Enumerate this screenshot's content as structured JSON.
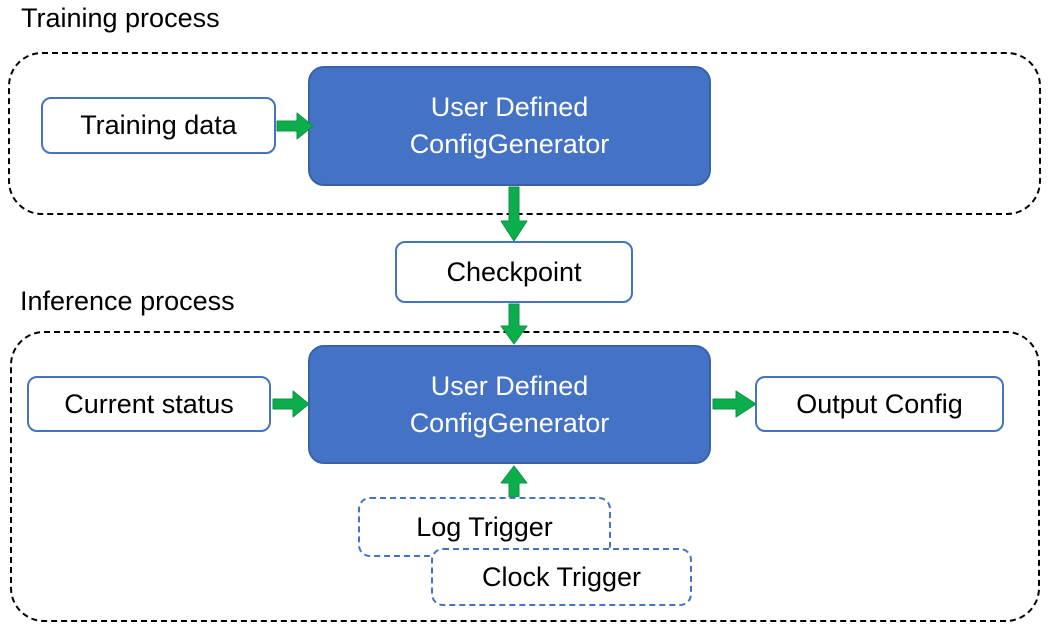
{
  "sections": {
    "training": {
      "label": "Training process"
    },
    "inference": {
      "label": "Inference process"
    }
  },
  "nodes": {
    "training_data": {
      "label": "Training data"
    },
    "generator_training": {
      "line1": "User Defined",
      "line2": "ConfigGenerator"
    },
    "checkpoint": {
      "label": "Checkpoint"
    },
    "current_status": {
      "label": "Current status"
    },
    "generator_inference": {
      "line1": "User Defined",
      "line2": "ConfigGenerator"
    },
    "output_config": {
      "label": "Output Config"
    },
    "log_trigger": {
      "label": "Log Trigger"
    },
    "clock_trigger": {
      "label": "Clock Trigger"
    }
  },
  "colors": {
    "node_fill_blue": "#4472C4",
    "node_edge_dark": "#3A62A9",
    "node_border_blue": "#4472C4",
    "arrow_green": "#0CAD4B",
    "arrow_green_dark": "#0B9440",
    "container_border": "#000000",
    "text_dark": "#000000",
    "text_light": "#FFFFFF"
  }
}
